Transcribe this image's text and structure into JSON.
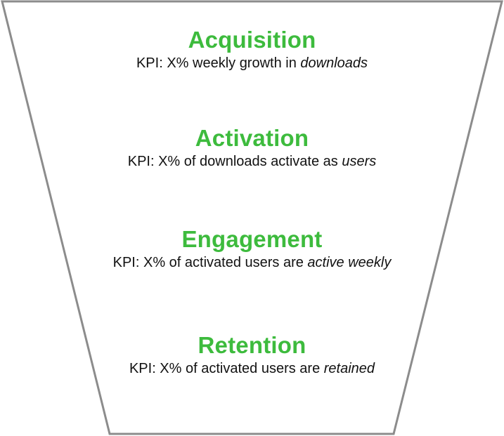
{
  "colors": {
    "title_green": "#3dbb3d",
    "outline_gray": "#8c8c8c",
    "text": "#111111"
  },
  "stages": [
    {
      "title": "Acquisition",
      "kpi_prefix": "KPI: X% weekly growth in ",
      "kpi_emphasis": "downloads"
    },
    {
      "title": "Activation",
      "kpi_prefix": "KPI: X% of downloads activate as ",
      "kpi_emphasis": "users"
    },
    {
      "title": "Engagement",
      "kpi_prefix": "KPI: X% of activated users are ",
      "kpi_emphasis": "active weekly"
    },
    {
      "title": "Retention",
      "kpi_prefix": "KPI: X% of activated users are ",
      "kpi_emphasis": "retained"
    }
  ]
}
